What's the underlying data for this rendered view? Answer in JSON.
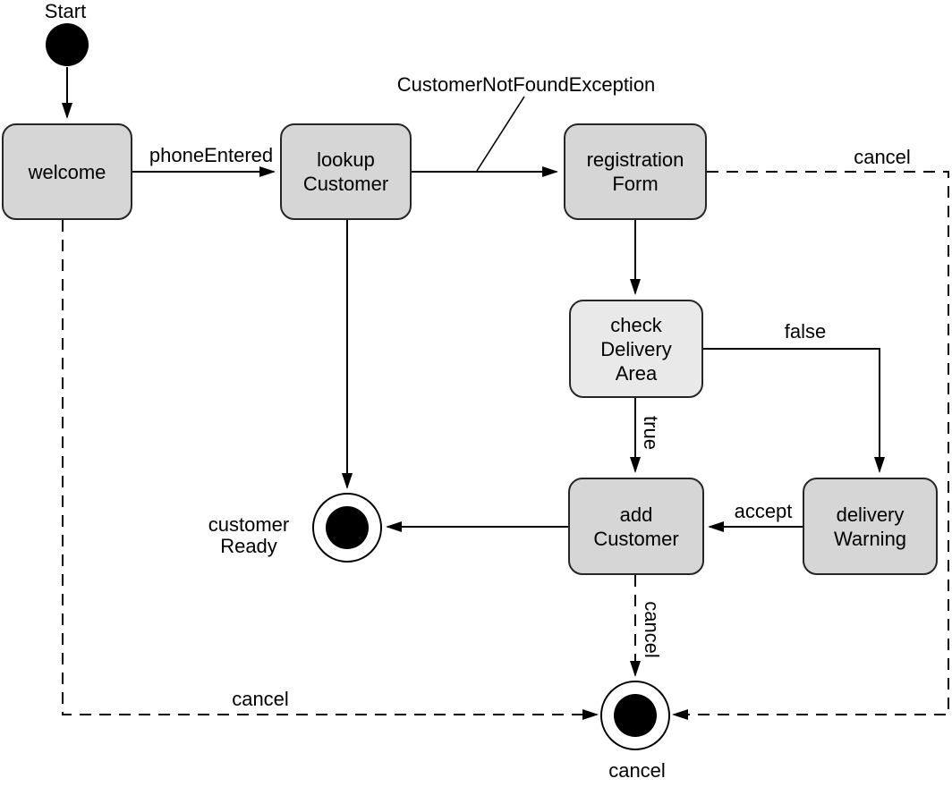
{
  "diagram_type": "uml-state-diagram",
  "colors": {
    "background": "#ffffff",
    "state_fill": "#d6d6d6",
    "decision_state_fill": "#e9e9e9",
    "state_border": "#262626",
    "line": "#000000",
    "text": "#000000"
  },
  "states": {
    "start": {
      "label": "Start"
    },
    "welcome": {
      "label": "welcome"
    },
    "lookup_customer": {
      "label": "lookup\nCustomer"
    },
    "registration_form": {
      "label": "registration\nForm"
    },
    "check_delivery_area": {
      "label": "check\nDelivery\nArea"
    },
    "add_customer": {
      "label": "add\nCustomer"
    },
    "delivery_warning": {
      "label": "delivery\nWarning"
    },
    "customer_ready": {
      "label": "customer\nReady"
    },
    "cancel_final": {
      "label": "cancel"
    }
  },
  "transitions": {
    "phone_entered": {
      "label": "phoneEntered"
    },
    "customer_not_found_exception": {
      "label": "CustomerNotFoundException"
    },
    "true_branch": {
      "label": "true"
    },
    "false_branch": {
      "label": "false"
    },
    "accept": {
      "label": "accept"
    },
    "cancel_from_registration_form": {
      "label": "cancel"
    },
    "cancel_from_welcome": {
      "label": "cancel"
    },
    "cancel_from_add_customer": {
      "label": "cancel"
    }
  }
}
